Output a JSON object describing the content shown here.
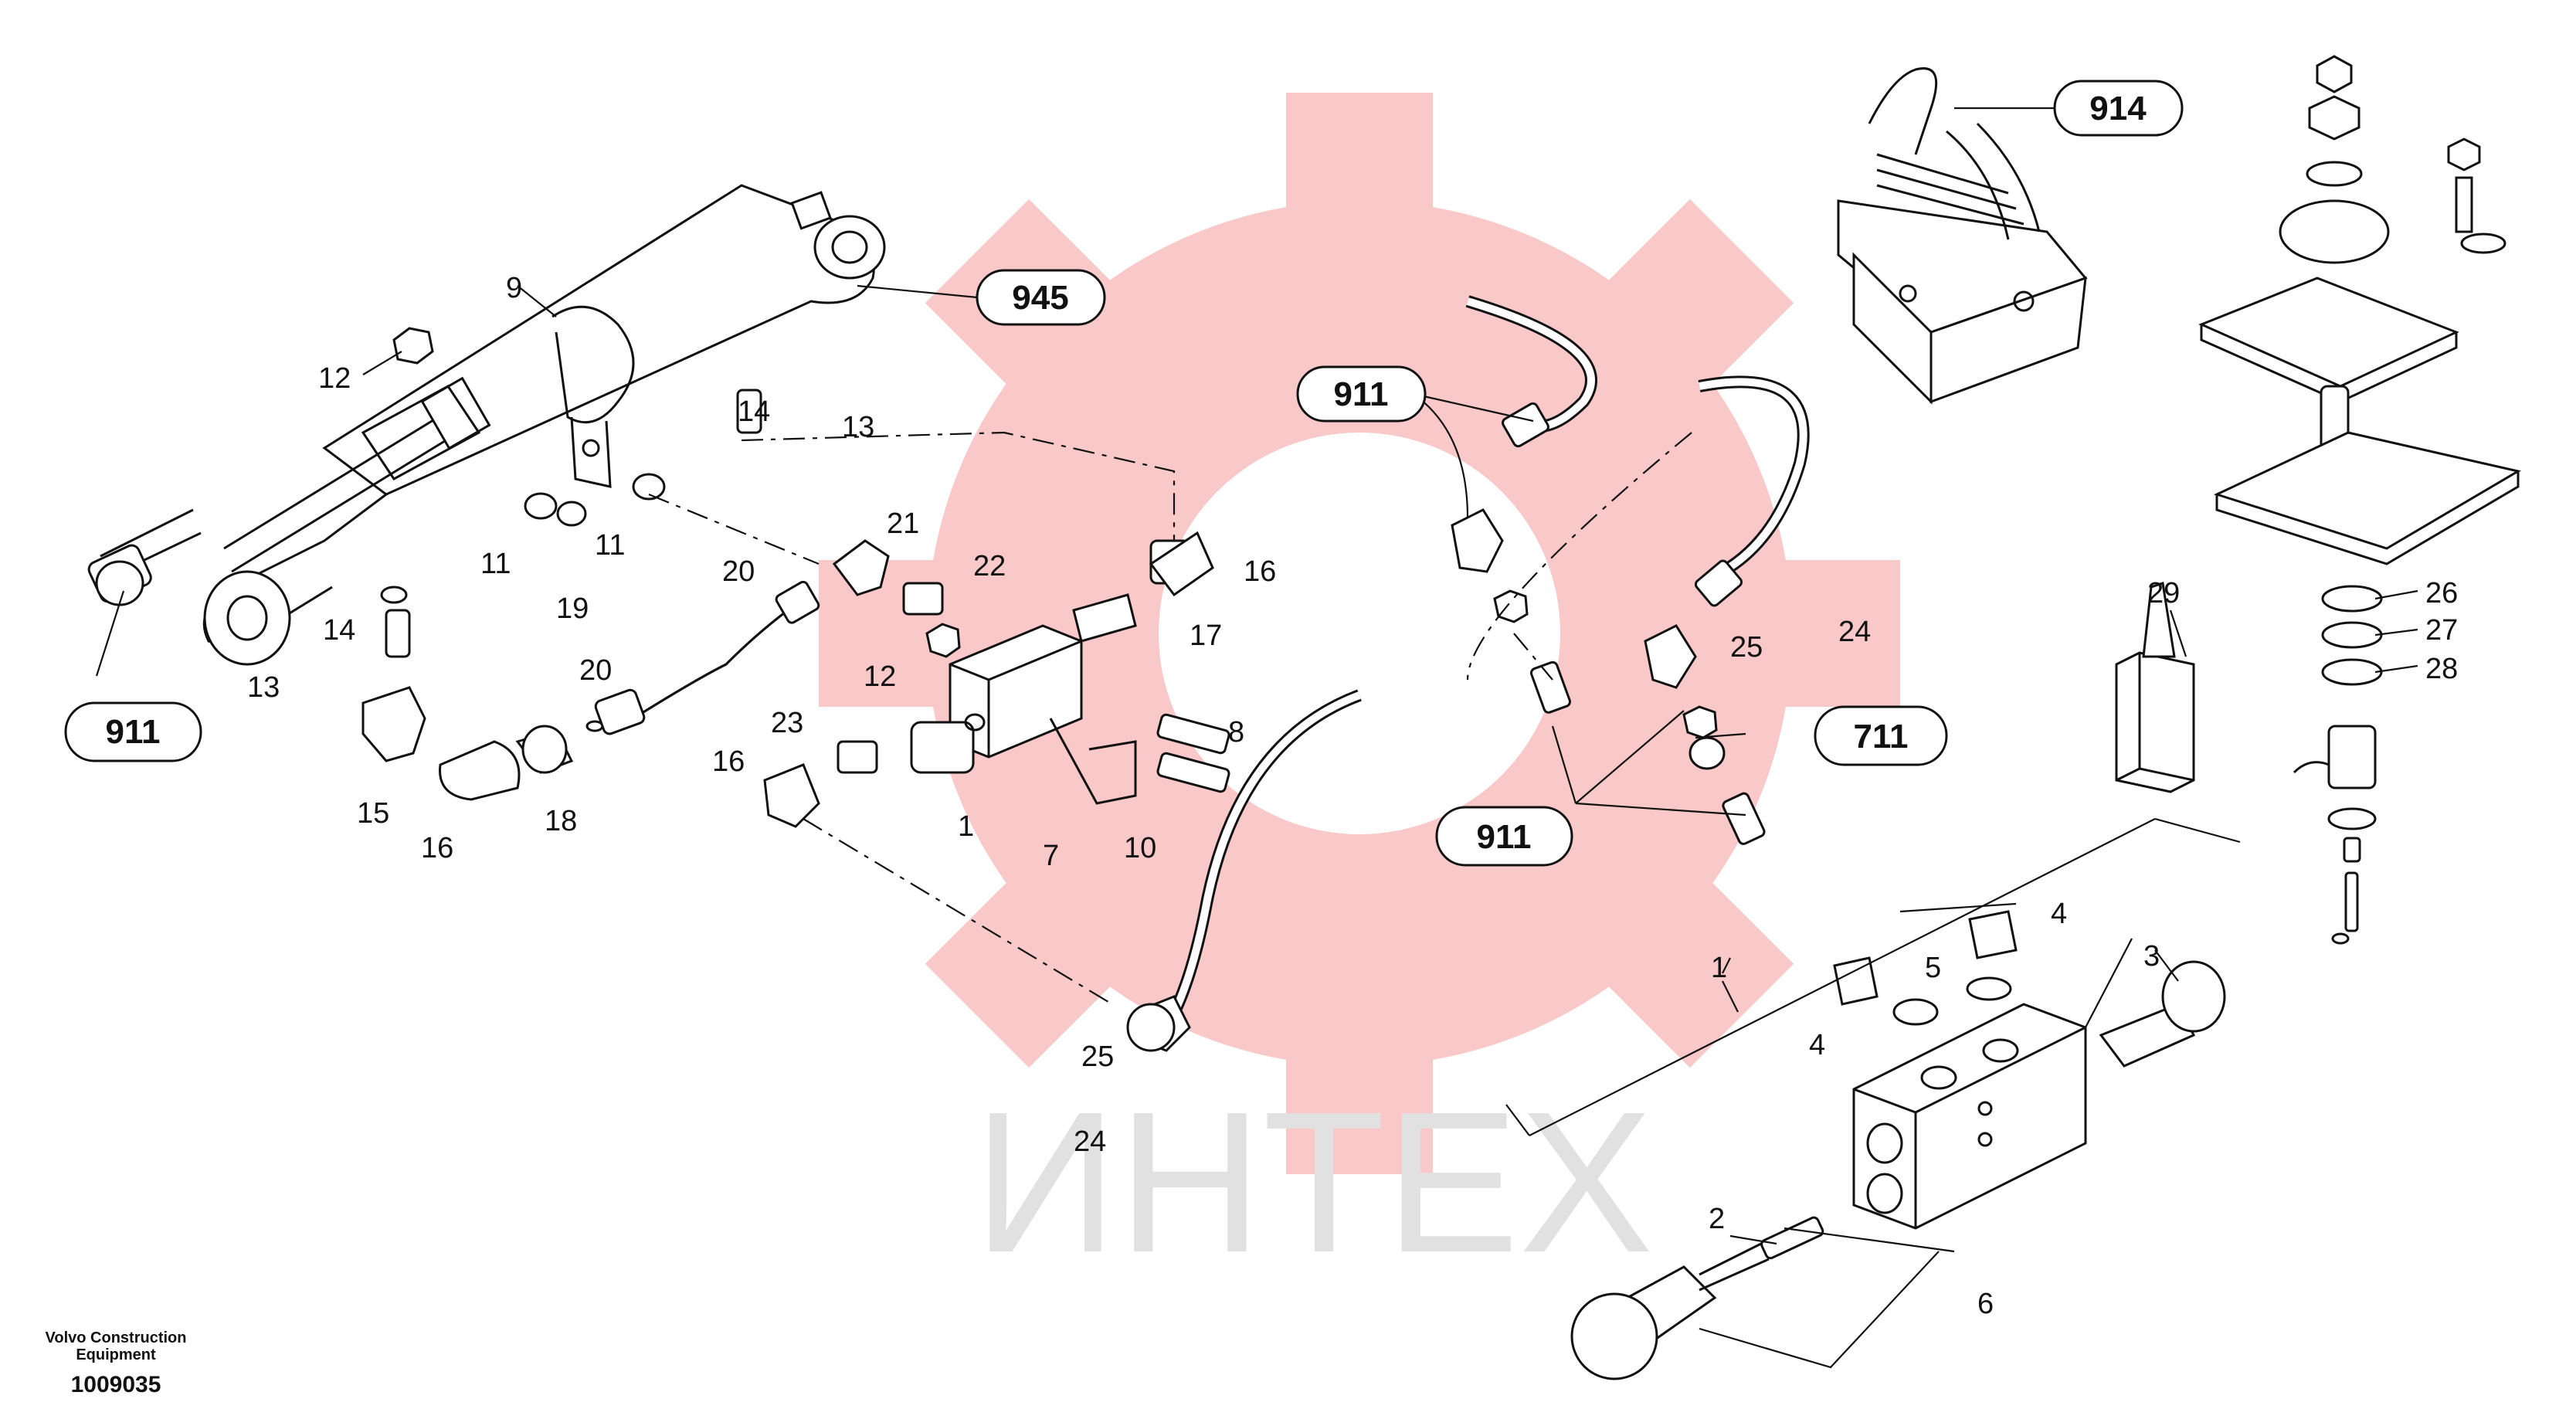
{
  "watermark": {
    "text": "ИНТЕХ",
    "gear_color": "#f9c8c8",
    "text_color": "#e1e1e1"
  },
  "footer": {
    "company_line1": "Volvo Construction",
    "company_line2": "Equipment",
    "drawing_number": "1009035"
  },
  "callouts": [
    {
      "id": "c945",
      "text": "945"
    },
    {
      "id": "c914",
      "text": "914"
    },
    {
      "id": "c911a",
      "text": "911"
    },
    {
      "id": "c911b",
      "text": "911"
    },
    {
      "id": "c911c",
      "text": "911"
    },
    {
      "id": "c711",
      "text": "711"
    }
  ],
  "labels": [
    "9",
    "12",
    "14",
    "13",
    "11",
    "11",
    "14",
    "13",
    "15",
    "16",
    "18",
    "19",
    "20",
    "20",
    "21",
    "22",
    "12",
    "23",
    "16",
    "1",
    "7",
    "10",
    "8",
    "17",
    "16",
    "25",
    "24",
    "25",
    "24",
    "29",
    "26",
    "27",
    "28",
    "1",
    "4",
    "5",
    "4",
    "3",
    "2",
    "6"
  ]
}
